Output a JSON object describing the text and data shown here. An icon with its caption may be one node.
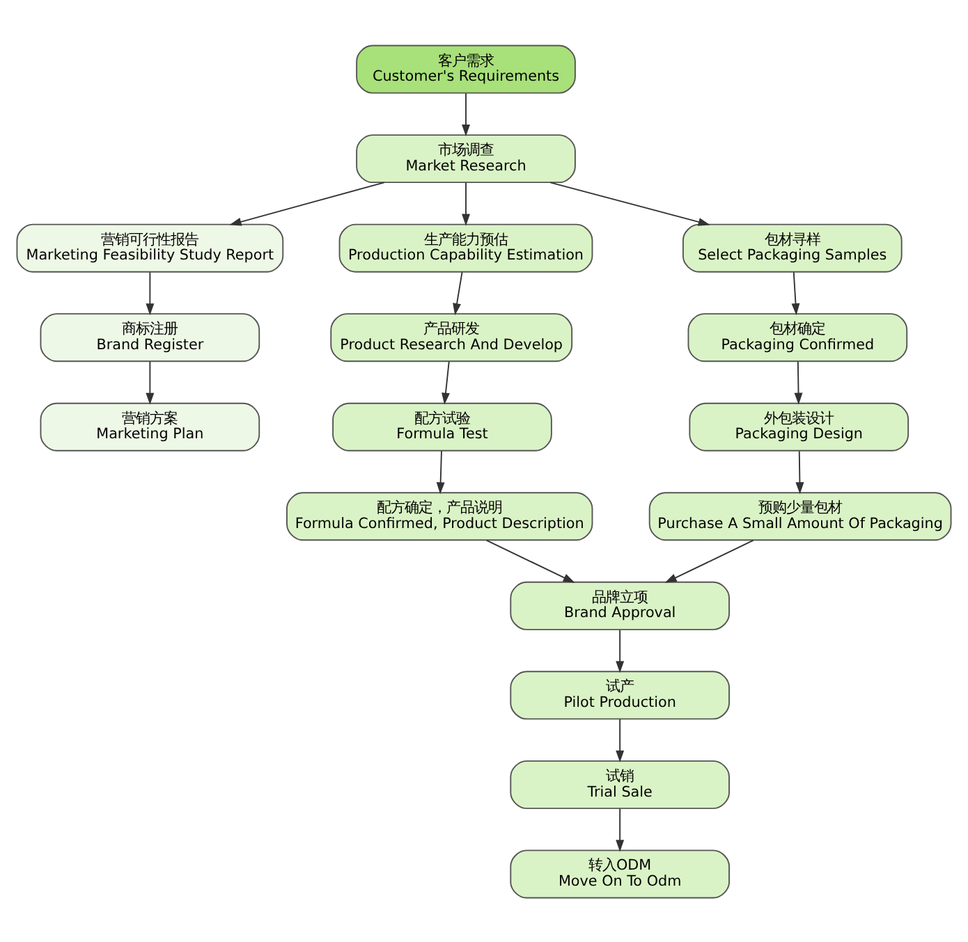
{
  "diagram": {
    "nodes": [
      {
        "text": [
          "客户需求",
          "Customer's Requirements"
        ]
      },
      {
        "text": [
          "市场调查",
          "Market Research"
        ]
      },
      {
        "text": [
          "营销可行性报告",
          "Marketing Feasibility Study Report"
        ]
      },
      {
        "text": [
          "生产能力预估",
          "Production Capability Estimation"
        ]
      },
      {
        "text": [
          "包材寻样",
          "Select Packaging Samples"
        ]
      },
      {
        "text": [
          "商标注册",
          "Brand Register"
        ]
      },
      {
        "text": [
          "产品研发",
          "Product Research And Develop"
        ]
      },
      {
        "text": [
          "包材确定",
          "Packaging Confirmed"
        ]
      },
      {
        "text": [
          "营销方案",
          "Marketing Plan"
        ]
      },
      {
        "text": [
          "配方试验",
          "Formula Test"
        ]
      },
      {
        "text": [
          "外包装设计",
          "Packaging Design"
        ]
      },
      {
        "text": [
          "配方确定，产品说明",
          "Formula Confirmed, Product Description"
        ]
      },
      {
        "text": [
          "预购少量包材",
          "Purchase A Small Amount Of Packaging"
        ]
      },
      {
        "text": [
          "品牌立项",
          "Brand Approval"
        ]
      },
      {
        "text": [
          "试产",
          "Pilot Production"
        ]
      },
      {
        "text": [
          "试销",
          "Trial Sale"
        ]
      },
      {
        "text": [
          "转入ODM",
          "Move On To Odm"
        ]
      }
    ],
    "edges": [
      {
        "from": 0,
        "to": 1,
        "arrow": "to"
      },
      {
        "from": 1,
        "to": 2,
        "arrow": "to"
      },
      {
        "from": 1,
        "to": 3,
        "arrow": "to"
      },
      {
        "from": 1,
        "to": 4,
        "arrow": "to"
      },
      {
        "from": 2,
        "to": 5,
        "arrow": "to"
      },
      {
        "from": 5,
        "to": 8,
        "arrow": "to"
      },
      {
        "from": 3,
        "to": 6,
        "arrow": "to"
      },
      {
        "from": 6,
        "to": 9,
        "arrow": "to"
      },
      {
        "from": 9,
        "to": 11,
        "arrow": "to"
      },
      {
        "from": 11,
        "to": 13,
        "arrow": "to"
      },
      {
        "from": 4,
        "to": 7,
        "arrow": "to"
      },
      {
        "from": 7,
        "to": 10,
        "arrow": "to"
      },
      {
        "from": 10,
        "to": 12,
        "arrow": "to"
      },
      {
        "from": 12,
        "to": 13,
        "arrow": "to"
      },
      {
        "from": 13,
        "to": 14,
        "arrow": "to"
      },
      {
        "from": 14,
        "to": 15,
        "arrow": "to"
      },
      {
        "from": 15,
        "to": 16,
        "arrow": "to"
      }
    ]
  }
}
